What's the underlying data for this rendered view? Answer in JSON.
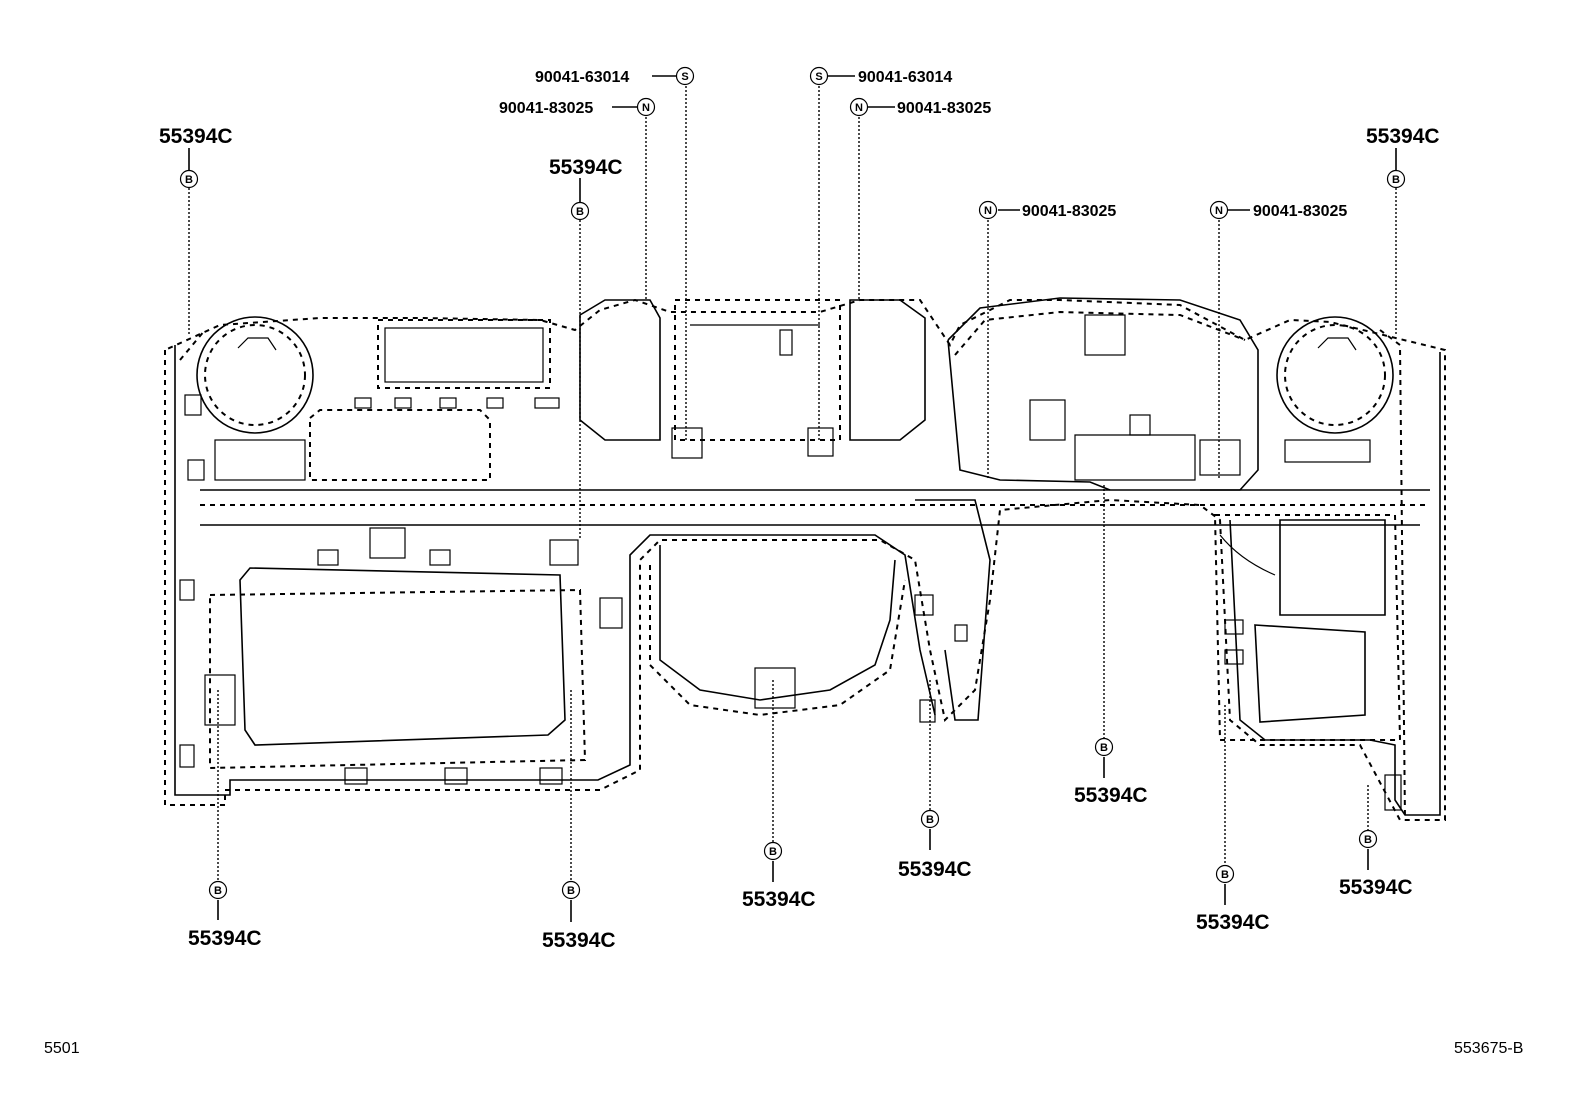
{
  "diagram": {
    "part_code": "55394C",
    "bolt_s_code": "90041-63014",
    "clip_n_code": "90041-83025",
    "badge_b": "B",
    "badge_s": "S",
    "badge_n": "N"
  },
  "footer": {
    "left_code": "5501",
    "right_code": "553675-B"
  }
}
